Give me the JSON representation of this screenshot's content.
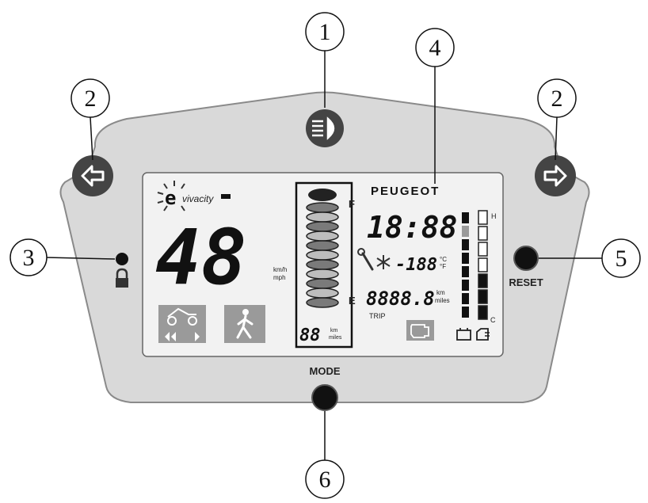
{
  "callouts": [
    "1",
    "2",
    "3",
    "4",
    "5",
    "6"
  ],
  "display": {
    "brand_logo": "e-vivacity",
    "manufacturer": "PEUGEOT",
    "speed": "48",
    "speed_unit_top": "km/h",
    "speed_unit_bottom": "mph",
    "clock": "18:88",
    "temperature": "-188",
    "temp_unit_c": "°C",
    "temp_unit_f": "°F",
    "odometer": "8888.8",
    "odo_unit_top": "km",
    "odo_unit_bottom": "miles",
    "trip_label": "TRIP",
    "range": "88",
    "range_unit_top": "km",
    "range_unit_bottom": "miles",
    "battery_full_label": "F",
    "battery_empty_label": "E",
    "temp_hot_label": "H",
    "temp_cold_label": "C"
  },
  "buttons": {
    "reset_label": "RESET",
    "mode_label": "MODE"
  },
  "icons": {
    "headlight": "headlight-icon",
    "turn_left": "arrow-left-icon",
    "turn_right": "arrow-right-icon",
    "lock": "padlock-icon",
    "wrench": "wrench-icon",
    "snowflake": "snowflake-icon",
    "engine_warning": "engine-icon",
    "battery": "battery-icon",
    "motor_temp": "motor-temp-icon",
    "pedestrian": "walking-person-icon",
    "reverse_assist": "scooter-reverse-icon"
  },
  "colors": {
    "panel": "#d9d9d9",
    "lcd_background": "#f2f2f2",
    "indicator_fill": "#444444",
    "lcd_segment": "#111111",
    "lcd_gray_icon": "#9a9a9a"
  }
}
